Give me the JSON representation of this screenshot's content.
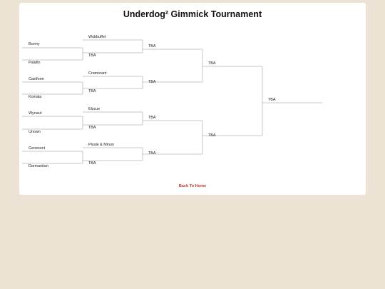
{
  "page": {
    "title": "Underdog² Gimmick Tournament",
    "back_link": "Back To Home"
  },
  "round1": [
    "Burmy",
    "Palafin",
    "Castform",
    "Komala",
    "Wynaut",
    "Unown",
    "Genesect",
    "Darmanitan"
  ],
  "round2": [
    "Wobbuffet",
    "TBA",
    "Cramorant",
    "TBA",
    "Elscue",
    "TBA",
    "Plusle & Minun",
    "TBA"
  ],
  "round3": [
    "TBA",
    "TBA",
    "TBA",
    "TBA"
  ],
  "round4": [
    "TBA",
    "TBA"
  ],
  "final": [
    "TBA"
  ]
}
